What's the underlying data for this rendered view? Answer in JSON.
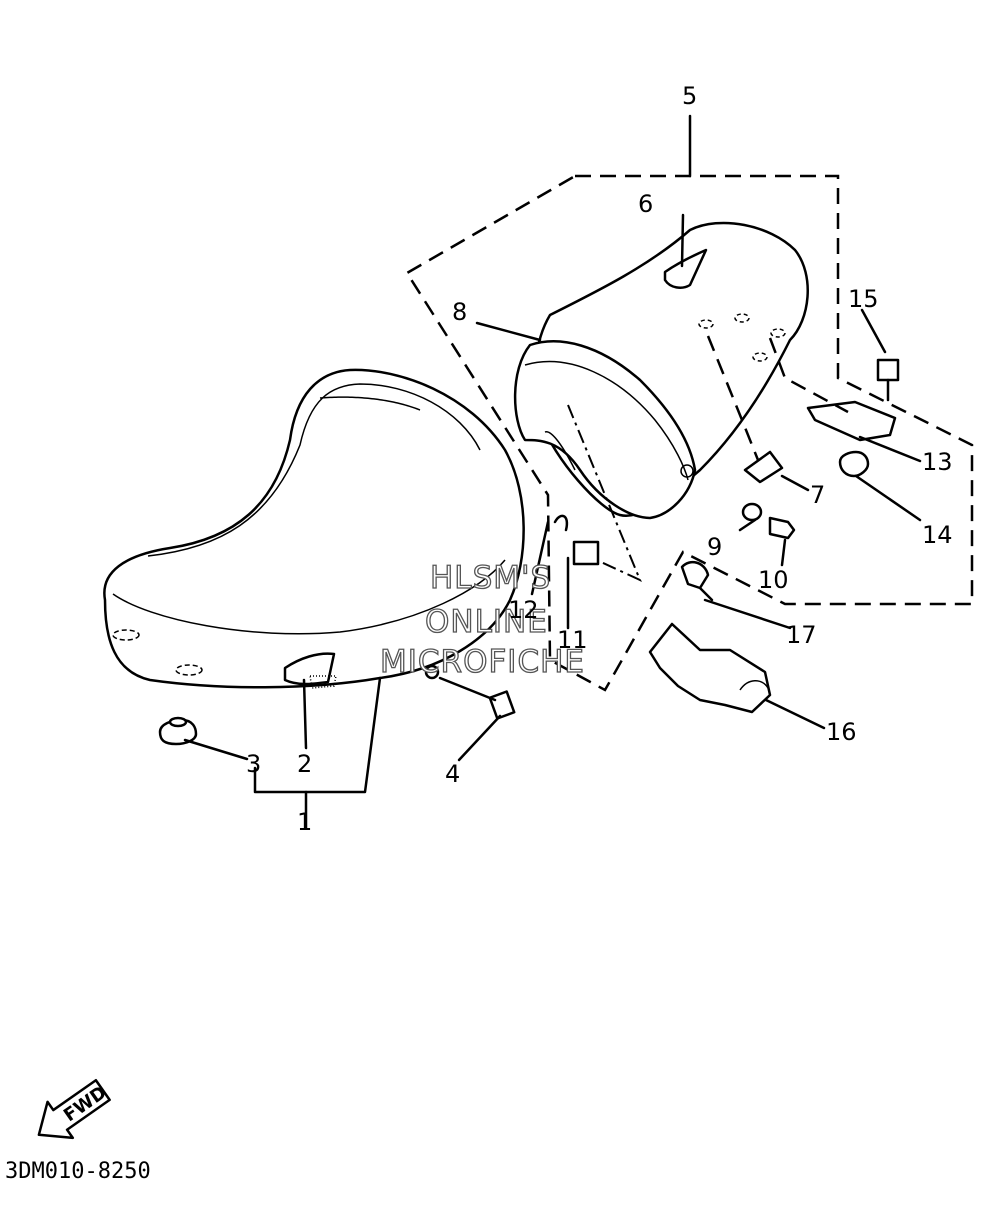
{
  "diagram": {
    "callouts": {
      "c1": "1",
      "c2": "2",
      "c3": "3",
      "c4": "4",
      "c5": "5",
      "c6": "6",
      "c7": "7",
      "c8": "8",
      "c9": "9",
      "c10": "10",
      "c11": "11",
      "c12": "12",
      "c13": "13",
      "c14": "14",
      "c15": "15",
      "c16": "16",
      "c17": "17"
    },
    "watermark": {
      "line1": "HLSM'S",
      "line2": "ONLINE",
      "line3": "MICROFICHE"
    },
    "direction_arrow": {
      "label": "FWD",
      "icon": "fwd-arrow-icon"
    },
    "drawing_code": "3DM010-8250"
  }
}
